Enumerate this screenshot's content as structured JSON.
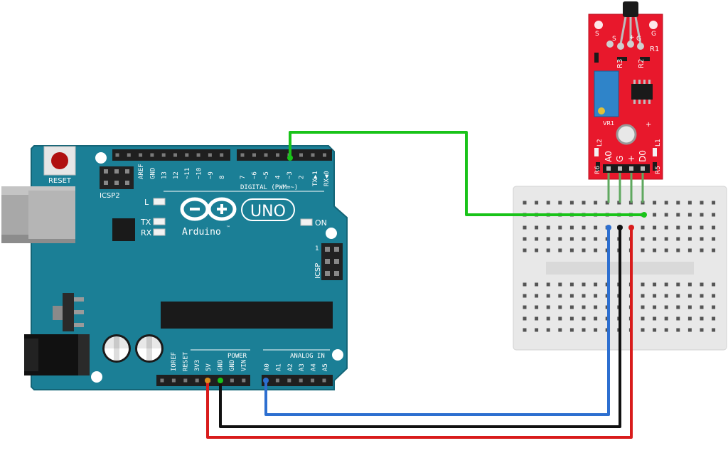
{
  "board": {
    "reset": "RESET",
    "icsp2": "ICSP2",
    "icsp": "ICSP",
    "led_l": "L",
    "led_tx": "TX",
    "led_rx": "RX",
    "led_on": "ON",
    "logo_text": "Arduino",
    "logo_tm": "™",
    "uno": "UNO",
    "digital_title": "DIGITAL (PWM=~)",
    "tx_label": "TX▶1",
    "rx_label": "RX◀0",
    "power_title": "POWER",
    "analog_title": "ANALOG IN",
    "digital_pins": [
      "AREF",
      "GND",
      "13",
      "12",
      "~11",
      "~10",
      "~9",
      "8",
      "7",
      "~6",
      "~5",
      "4",
      "~3",
      "2"
    ],
    "power_pins": [
      "IOREF",
      "RESET",
      "3V3",
      "5V",
      "GND",
      "GND",
      "VIN"
    ],
    "analog_pins": [
      "A0",
      "A1",
      "A2",
      "A3",
      "A4",
      "A5"
    ],
    "icsp_pin1": "1"
  },
  "sensor": {
    "top_labels": [
      "S",
      "S",
      "+",
      "G",
      "G"
    ],
    "r1": "R1",
    "r2": "R2",
    "r3": "R3",
    "vr1": "VR1",
    "l1": "L1",
    "l2": "L2",
    "r5": "R5",
    "r6": "R6",
    "plus": "+",
    "pins": [
      "A0",
      "G",
      "+",
      "D0"
    ]
  },
  "wires": {
    "green_color": "#19c319",
    "blue_color": "#2d6fd0",
    "black_color": "#111111",
    "red_color": "#d91c1c"
  },
  "colors": {
    "board": "#1b7f96",
    "sensor": "#e8182c",
    "breadboard": "#e9e9e9"
  }
}
